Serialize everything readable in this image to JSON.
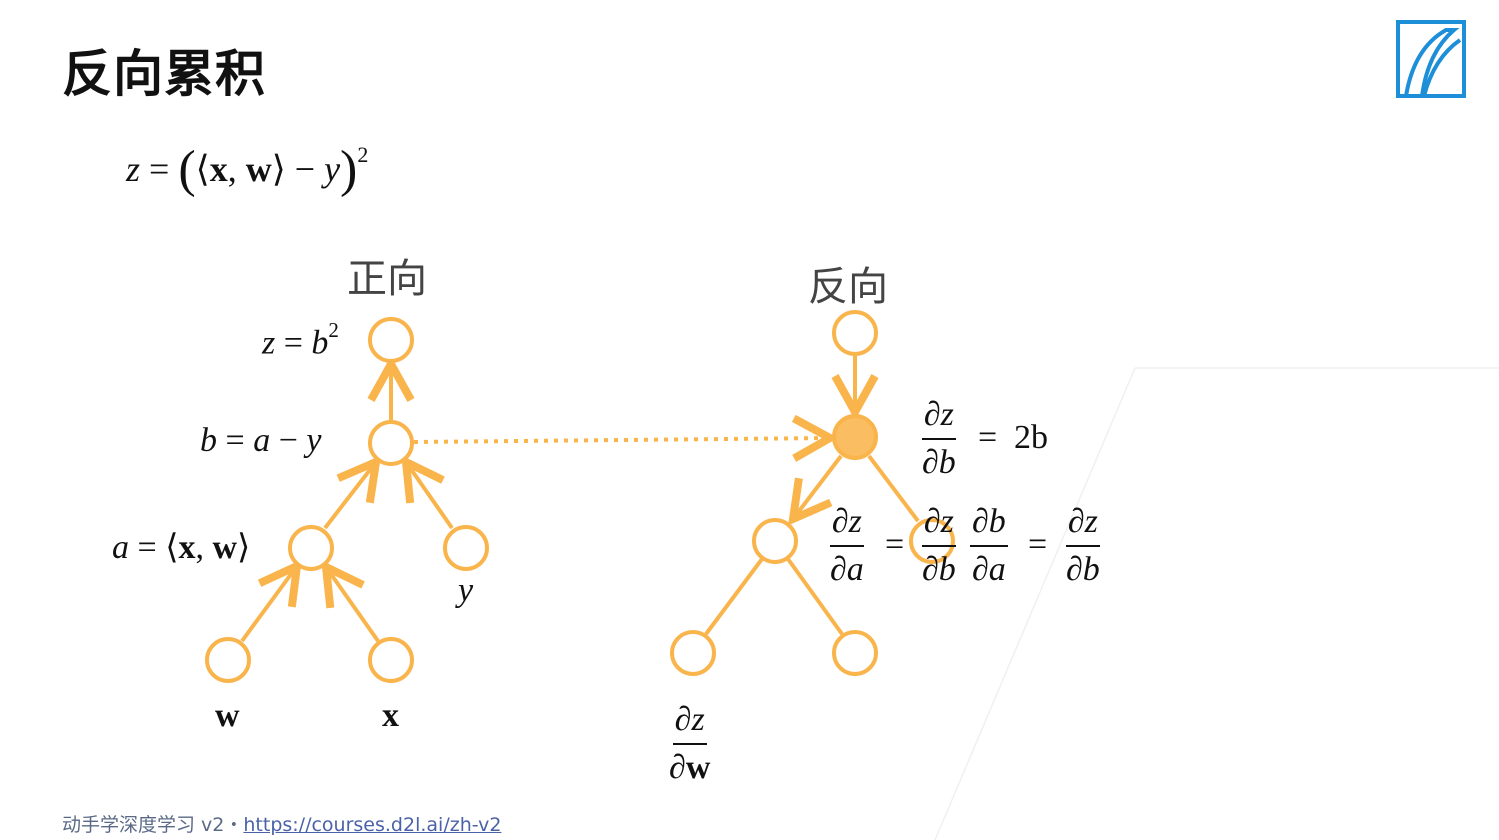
{
  "title": "反向累积",
  "top_formula": {
    "z": "z",
    "eq": "=",
    "lparen": "(",
    "langle": "⟨",
    "x": "x",
    "comma": ",",
    "w": "w",
    "rangle": "⟩",
    "minus": "−",
    "y": "y",
    "rparen": ")",
    "exp": "2"
  },
  "forward": {
    "label": "正向",
    "eq_z": {
      "lhs": "z",
      "eq": "=",
      "b": "b",
      "exp": "2"
    },
    "eq_b": {
      "b": "b",
      "eq": "=",
      "a": "a",
      "minus": "−",
      "y": "y"
    },
    "eq_a": {
      "a": "a",
      "eq": "=",
      "langle": "⟨",
      "x": "x",
      "comma": ",",
      "w": "w",
      "rangle": "⟩"
    },
    "var_y": "y",
    "var_w": "w",
    "var_x": "x"
  },
  "backward": {
    "label": "反向",
    "dz_db": {
      "num": "∂z",
      "den": "∂b",
      "eq": "=",
      "rhs": "2b"
    },
    "dz_da": {
      "lhs_num": "∂z",
      "lhs_den": "∂a",
      "eq1": "=",
      "m1_num": "∂z",
      "m1_den": "∂b",
      "m2_num": "∂b",
      "m2_den": "∂a",
      "eq2": "=",
      "rhs_num": "∂z",
      "rhs_den": "∂b"
    },
    "dz_dw": {
      "num": "∂z",
      "den_d": "∂",
      "den_w": "w"
    }
  },
  "footer": {
    "text": "动手学深度学习 v2・",
    "link": "https://courses.d2l.ai/zh-v2"
  },
  "colors": {
    "node": "#f9b54c",
    "node_fill_active": "#fbbd61",
    "logo": "#1d8fd8",
    "footer": "#5a6a86"
  }
}
